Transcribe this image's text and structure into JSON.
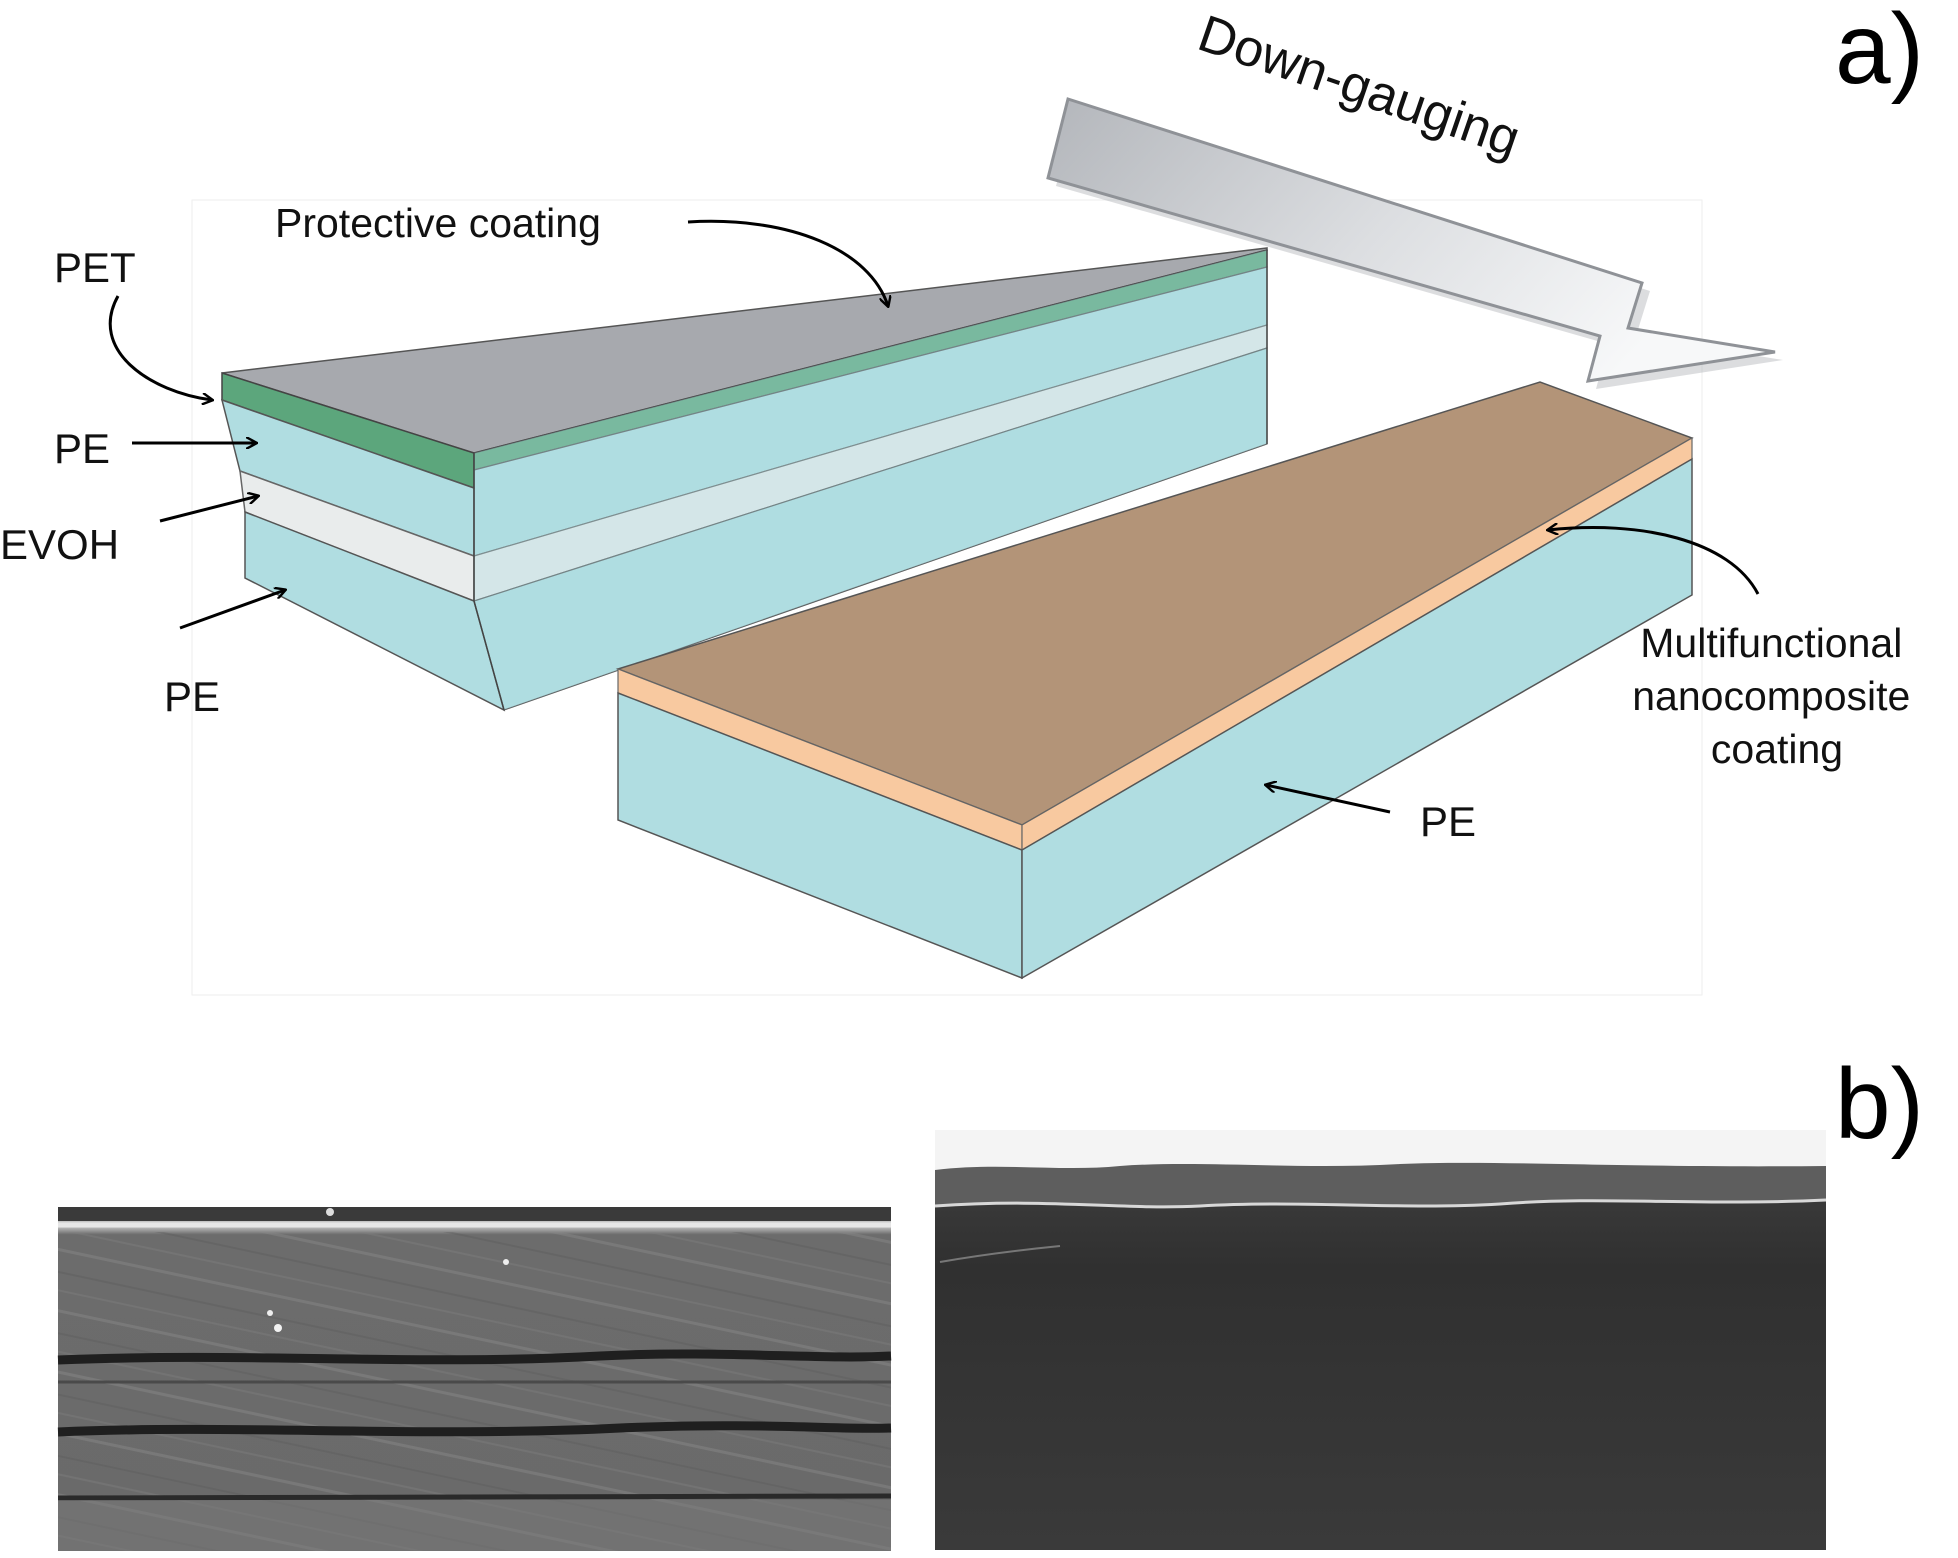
{
  "panels": {
    "a": "a)",
    "b": "b)"
  },
  "labels": {
    "protective_coating": "Protective coating",
    "pet": "PET",
    "pe_upper": "PE",
    "evoh": "EVOH",
    "pe_lower": "PE",
    "multifunctional_line1": "Multifunctional",
    "multifunctional_line2": "nanocomposite",
    "multifunctional_line3": "coating",
    "pe_right": "PE",
    "down_gauging": "Down-gauging"
  },
  "colors": {
    "coating_top": "#a7a9ae",
    "pet_green": "#5ca67c",
    "pe_cyan": "#b0dde1",
    "evoh_white": "#e9ecec",
    "nano_top": "#b39478",
    "nano_edge": "#f8c9a0",
    "arrow_light": "#f4f5f7",
    "arrow_dark": "#b9bcc1"
  }
}
